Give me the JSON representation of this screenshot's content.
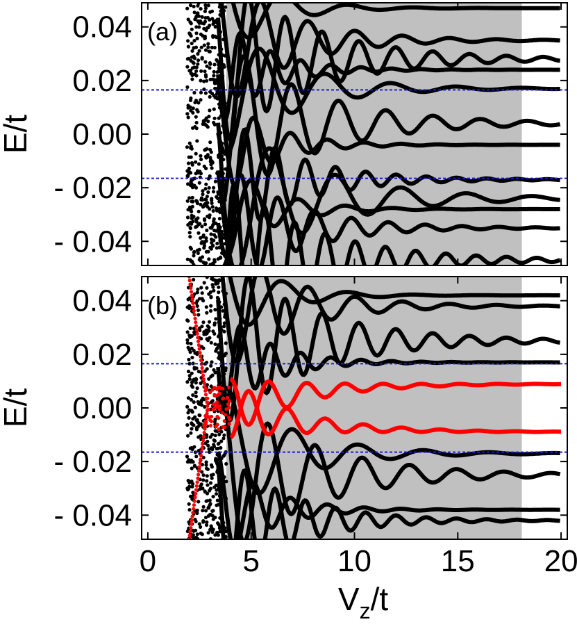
{
  "colors": {
    "shade": "#c0c0c0",
    "frame": "#000000",
    "dashed_line": "#1a1acc",
    "curve": "#000000",
    "highlight": "#ff0000"
  },
  "chart_data": [
    {
      "type": "scatter",
      "panel": "(a)",
      "xlabel": "",
      "ylabel": "E/t",
      "xlim": [
        -0.3,
        20.3
      ],
      "ylim": [
        -0.049,
        0.049
      ],
      "shaded_region_x": [
        3.8,
        18.1
      ],
      "yticks": [
        -0.04,
        -0.02,
        0.0,
        0.02,
        0.04
      ],
      "ytick_labels": [
        "- 0.04",
        "- 0.02",
        "0.00",
        "0.02",
        "0.04"
      ],
      "hlines_dashed": [
        0.0165,
        -0.0165
      ],
      "x_tick_labels_shown": false,
      "highlight_mode": false
    },
    {
      "type": "scatter",
      "panel": "(b)",
      "xlabel": "V_z/t",
      "ylabel": "E/t",
      "xlim": [
        -0.3,
        20.3
      ],
      "ylim": [
        -0.049,
        0.049
      ],
      "shaded_region_x": [
        3.8,
        18.1
      ],
      "xticks": [
        0,
        5,
        10,
        15,
        20
      ],
      "xtick_labels": [
        "0",
        "5",
        "10",
        "15",
        "20"
      ],
      "yticks": [
        -0.04,
        -0.02,
        0.0,
        0.02,
        0.04
      ],
      "ytick_labels": [
        "- 0.04",
        "- 0.02",
        "0.00",
        "0.02",
        "0.04"
      ],
      "hlines_dashed": [
        0.0165,
        -0.0165
      ],
      "x_tick_labels_shown": true,
      "highlight_mode": true,
      "highlight_final_energy": 0.009
    }
  ],
  "labels": {
    "panel_a": "(a)",
    "panel_b": "(b)",
    "ylabel_a": "E/t",
    "ylabel_b": "E/t",
    "xlabel_main": "V",
    "xlabel_sub": "z",
    "xlabel_tail": "/t"
  }
}
